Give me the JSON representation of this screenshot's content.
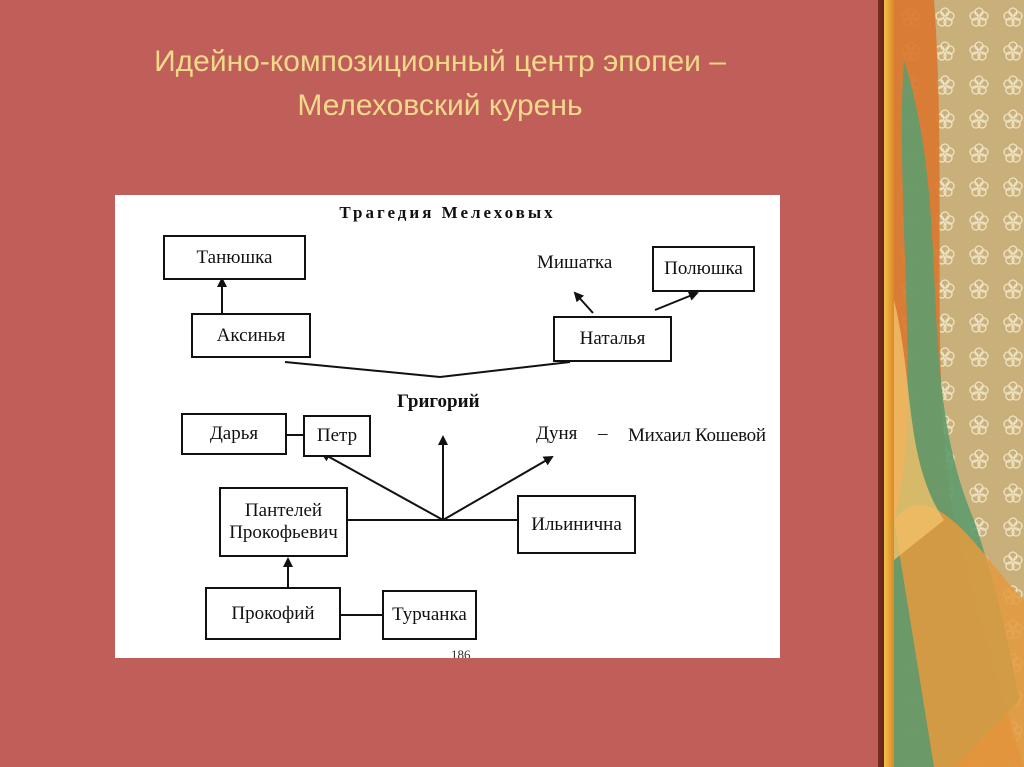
{
  "slide": {
    "title_line1": "Идейно-композиционный центр эпопеи –",
    "title_line2": "Мелеховский курень"
  },
  "diagram": {
    "title": "Трагедия Мелеховых",
    "center": "Григорий",
    "boxes": {
      "tanyushka": "Танюшка",
      "aksinya": "Аксинья",
      "polyushka": "Полюшка",
      "natalya": "Наталья",
      "darya": "Дарья",
      "petr": "Петр",
      "panteley_1": "Пантелей",
      "panteley_2": "Прокофьевич",
      "ilinichna": "Ильинична",
      "prokofiy": "Прокофий",
      "turchanka": "Турчанка"
    },
    "labels": {
      "mishatka": "Мишатка",
      "dunya": "Дуня",
      "dash": "–",
      "mikhail": "Михаил Кошевой"
    },
    "page_number": "186"
  },
  "colors": {
    "slide_background": "#c05e5a",
    "title_text": "#f2d98a",
    "diagram_background": "#ffffff",
    "diagram_ink": "#111111",
    "gold_border": "#e8a838"
  }
}
